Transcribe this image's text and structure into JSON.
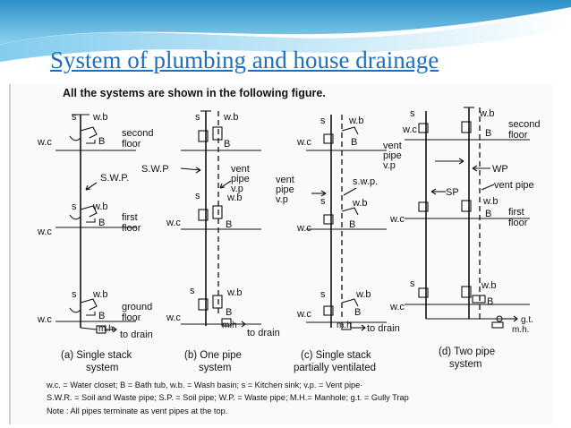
{
  "slide_title": "System of plumbing and house drainage",
  "figure": {
    "heading": "All the systems are shown in the following figure.",
    "fixture_labels": {
      "s": "s",
      "wb": "w.b",
      "wc": "w.c",
      "b": "B",
      "wc_alt": "w.c.",
      "mh": "m.h",
      "mh_alt": "m.h."
    },
    "floors": {
      "second": "second floor",
      "first": "first floor",
      "ground": "ground floor"
    },
    "pipe_labels": {
      "swp_dot": "S.W.P.",
      "swp": "S.W.P",
      "swp_lower": "s.w.p.",
      "vent_pipe_vp": "vent pipe v.p",
      "vent_pipe": "vent pipe",
      "wp": "WP",
      "sp": "SP",
      "gt": "g.t."
    },
    "drain_labels": {
      "to_drain": "to drain"
    },
    "captions": [
      {
        "letter": "(a)",
        "line1": "Single stack",
        "line2": "system"
      },
      {
        "letter": "(b)",
        "line1": "One pipe",
        "line2": "system"
      },
      {
        "letter": "(c)",
        "line1": "Single stack",
        "line2": "partially ventilated"
      },
      {
        "letter": "(d)",
        "line1": "Two pipe",
        "line2": "system"
      }
    ],
    "footnotes": [
      "w.c. = Water closet; B = Bath tub, w.b. = Wash basin; s = Kitchen sink; v.p. = Vent pipe·",
      "S.W.R. = Soil and Waste pipe; S.P. = Soil pipe; W.P. = Waste pipe; M.H.= Manhole; g.t. = Gully Trap",
      "Note : All pipes terminate as vent pipes at the top."
    ]
  }
}
